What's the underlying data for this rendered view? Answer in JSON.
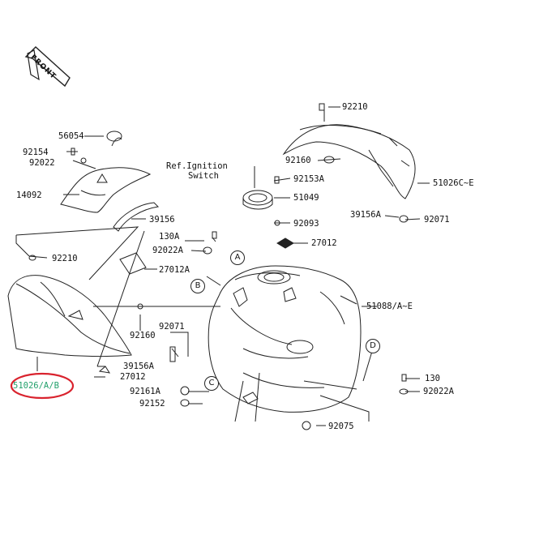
{
  "front_label": "FRONT",
  "ref_note": {
    "line1": "Ref.Ignition",
    "line2": "Switch"
  },
  "parts": {
    "p92210_top": "92210",
    "p92160_top": "92160",
    "p92153A": "92153A",
    "p51049": "51049",
    "p51026CE": "51026C~E",
    "p39156A_r": "39156A",
    "p92071_r": "92071",
    "p92093": "92093",
    "p27012_mid": "27012",
    "p56054": "56054",
    "p92154": "92154",
    "p92022": "92022",
    "p14092": "14092",
    "p39156": "39156",
    "p130A": "130A",
    "p92022A_l": "92022A",
    "p92210_l": "92210",
    "p27012A": "27012A",
    "p51088": "51088/A~E",
    "p92160_l": "92160",
    "p92071_l": "92071",
    "p39156A_l": "39156A",
    "p27012_l": "27012",
    "p92161A": "92161A",
    "p92152": "92152",
    "p92075": "92075",
    "p130": "130",
    "p92022A_r": "92022A",
    "p51026AB": "51026/A/B"
  },
  "section_markers": {
    "a": "A",
    "b": "B",
    "c": "C",
    "d": "D"
  },
  "colors": {
    "highlight_text": "#22a06b",
    "highlight_ring": "#d9232e",
    "line": "#222222"
  }
}
